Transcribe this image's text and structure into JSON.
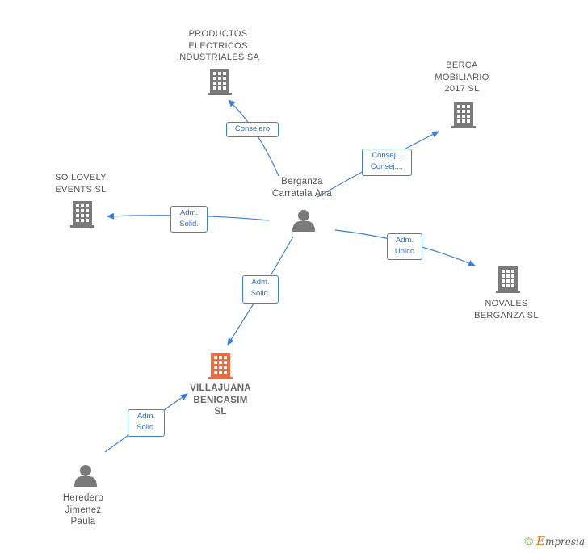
{
  "nodes": {
    "productos": {
      "label": "PRODUCTOS\nELECTRICOS\nINDUSTRIALES SA"
    },
    "berca": {
      "label": "BERCA\nMOBILIARIO\n2017  SL"
    },
    "solovely": {
      "label": "SO LOVELY\nEVENTS  SL"
    },
    "novales": {
      "label": "NOVALES\nBERGANZA SL"
    },
    "villajuana": {
      "label": "VILLAJUANA\nBENICASIM\nSL"
    },
    "berganza": {
      "label": "Berganza\nCarratala Ana"
    },
    "heredero": {
      "label": "Heredero\nJimenez\nPaula"
    }
  },
  "edges": {
    "consejero": "Consejero",
    "consej": "Consej. ,\nConsej....",
    "adm_solid_1": "Adm.\nSolid.",
    "adm_unico": "Adm.\nUnico",
    "adm_solid_2": "Adm.\nSolid.",
    "adm_solid_3": "Adm.\nSolid."
  },
  "colors": {
    "company": "#7a7a7a",
    "focus_company": "#f26a3b",
    "person": "#7a7a7a",
    "edge": "#3b7fd9"
  },
  "icons": {
    "company": "building-icon",
    "person": "person-icon"
  },
  "credit": {
    "symbol": "©",
    "brand_initial": "E",
    "brand_rest": "mpresia"
  }
}
